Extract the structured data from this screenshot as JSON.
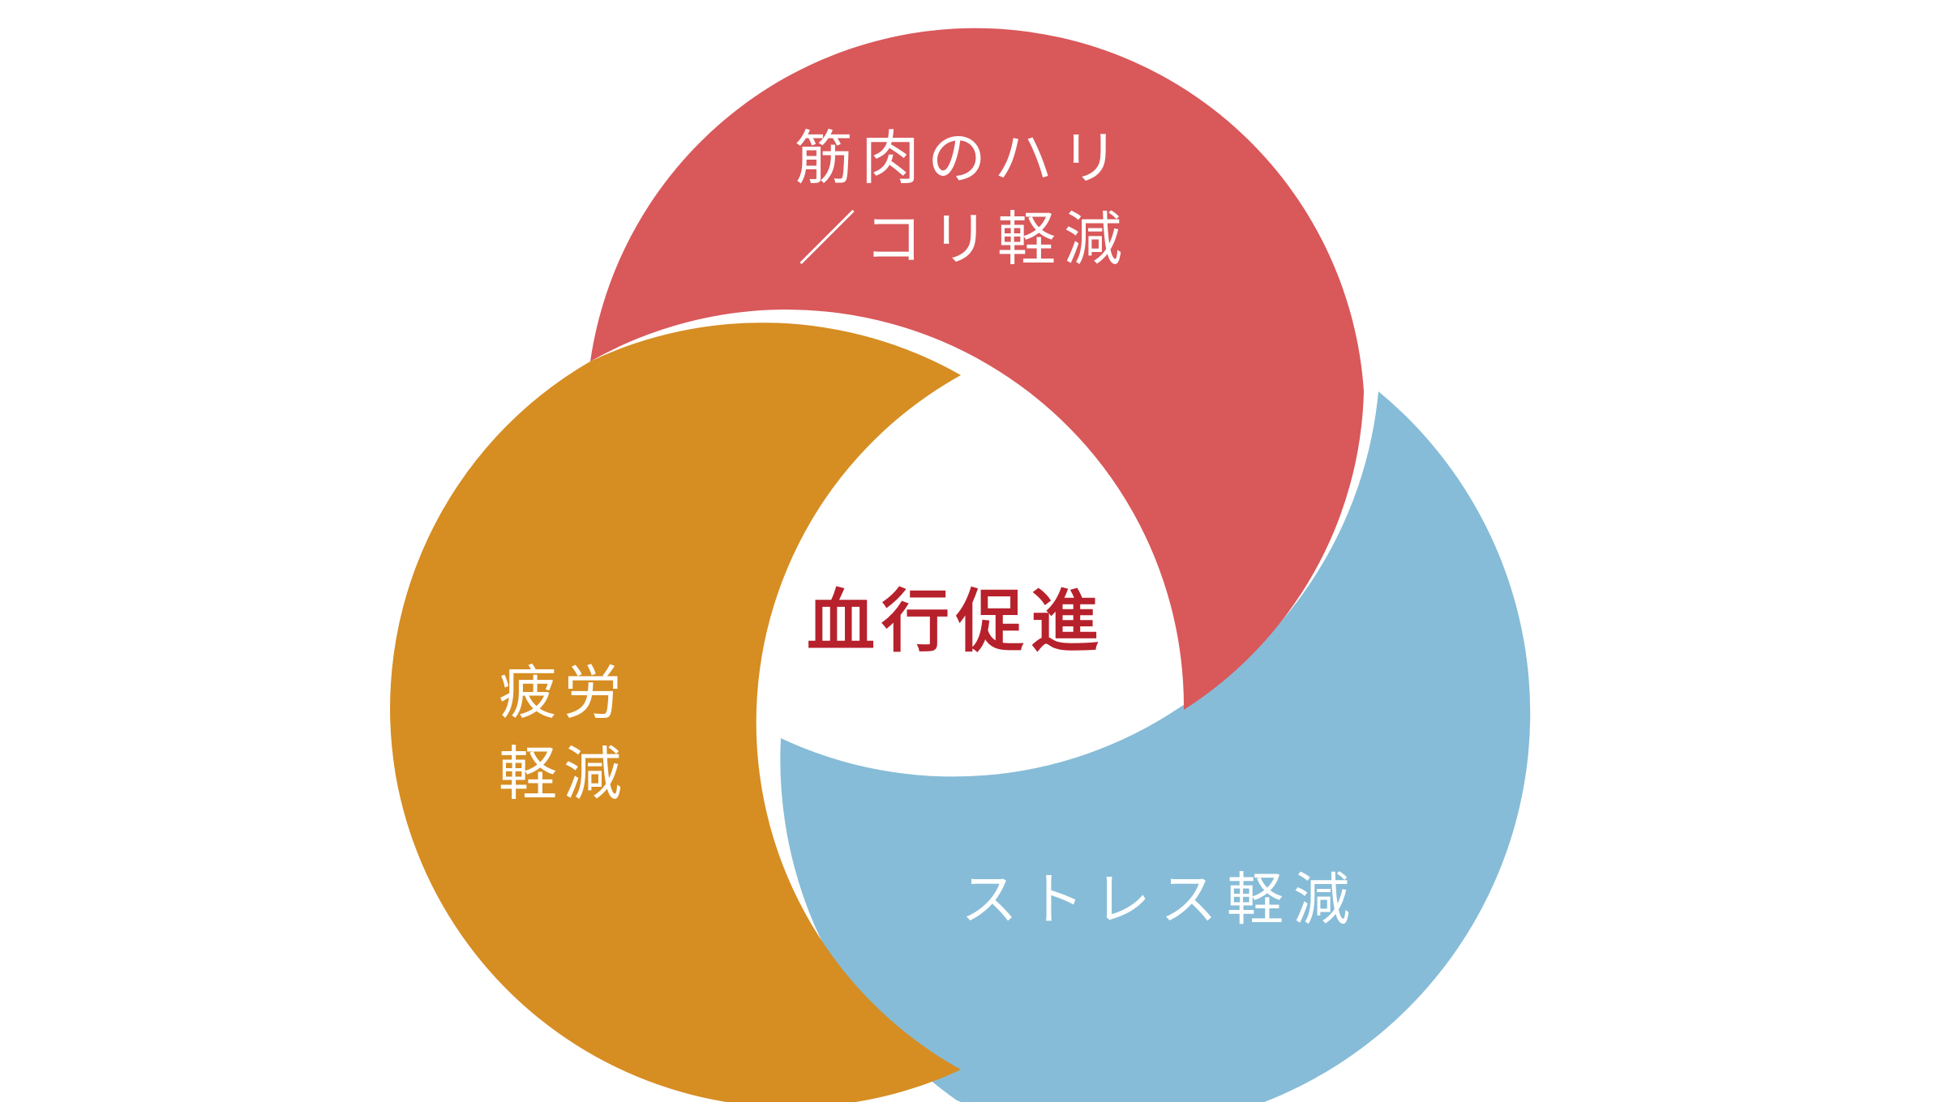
{
  "colors": {
    "red": "#d9585a",
    "orange": "#d68d22",
    "blue": "#86bcd7",
    "center_text": "#b7212c",
    "label_text": "#ffffff",
    "background": "#ffffff"
  },
  "segments": {
    "red": {
      "line1": "筋肉のハリ",
      "line2": "／コリ軽減"
    },
    "orange": {
      "line1": "疲労",
      "line2": "軽減"
    },
    "blue": {
      "line1": "ストレス軽減"
    }
  },
  "center": {
    "label": "血行促進"
  }
}
